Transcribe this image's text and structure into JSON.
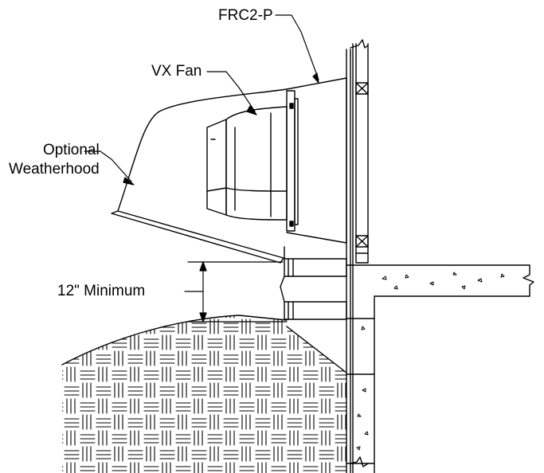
{
  "labels": {
    "frc2p": "FRC2-P",
    "vx_fan": "VX Fan",
    "weatherhood_line1": "Optional",
    "weatherhood_line2": "Weatherhood",
    "minimum": "12\" Minimum"
  },
  "colors": {
    "line": "#000000",
    "background": "#ffffff"
  }
}
